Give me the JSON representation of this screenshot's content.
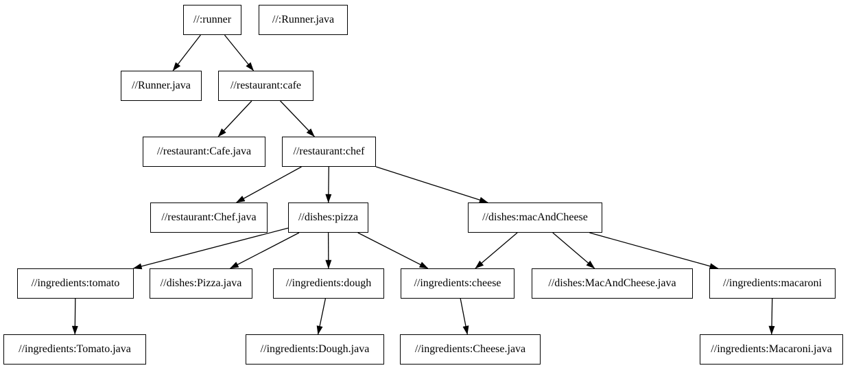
{
  "diagram": {
    "type": "dependency-graph",
    "colors": {
      "background": "#ffffff",
      "node_fill": "#ffffff",
      "node_border": "#000000",
      "edge": "#000000",
      "text": "#000000"
    },
    "nodes": [
      {
        "id": "runner",
        "label": "//:runner"
      },
      {
        "id": "runner_java_top",
        "label": "//:Runner.java"
      },
      {
        "id": "runner_java",
        "label": "//Runner.java"
      },
      {
        "id": "cafe",
        "label": "//restaurant:cafe"
      },
      {
        "id": "cafe_java",
        "label": "//restaurant:Cafe.java"
      },
      {
        "id": "chef",
        "label": "//restaurant:chef"
      },
      {
        "id": "chef_java",
        "label": "//restaurant:Chef.java"
      },
      {
        "id": "pizza",
        "label": "//dishes:pizza"
      },
      {
        "id": "mac_and_cheese",
        "label": "//dishes:macAndCheese"
      },
      {
        "id": "tomato",
        "label": "//ingredients:tomato"
      },
      {
        "id": "pizza_java",
        "label": "//dishes:Pizza.java"
      },
      {
        "id": "dough",
        "label": "//ingredients:dough"
      },
      {
        "id": "cheese",
        "label": "//ingredients:cheese"
      },
      {
        "id": "mac_and_cheese_java",
        "label": "//dishes:MacAndCheese.java"
      },
      {
        "id": "macaroni",
        "label": "//ingredients:macaroni"
      },
      {
        "id": "tomato_java",
        "label": "//ingredients:Tomato.java"
      },
      {
        "id": "dough_java",
        "label": "//ingredients:Dough.java"
      },
      {
        "id": "cheese_java",
        "label": "//ingredients:Cheese.java"
      },
      {
        "id": "macaroni_java",
        "label": "//ingredients:Macaroni.java"
      }
    ],
    "edges": [
      {
        "from": "runner",
        "to": "runner_java"
      },
      {
        "from": "runner",
        "to": "cafe"
      },
      {
        "from": "cafe",
        "to": "cafe_java"
      },
      {
        "from": "cafe",
        "to": "chef"
      },
      {
        "from": "chef",
        "to": "chef_java"
      },
      {
        "from": "chef",
        "to": "pizza"
      },
      {
        "from": "chef",
        "to": "mac_and_cheese"
      },
      {
        "from": "pizza",
        "to": "tomato"
      },
      {
        "from": "pizza",
        "to": "pizza_java"
      },
      {
        "from": "pizza",
        "to": "dough"
      },
      {
        "from": "pizza",
        "to": "cheese"
      },
      {
        "from": "mac_and_cheese",
        "to": "cheese"
      },
      {
        "from": "mac_and_cheese",
        "to": "mac_and_cheese_java"
      },
      {
        "from": "mac_and_cheese",
        "to": "macaroni"
      },
      {
        "from": "tomato",
        "to": "tomato_java"
      },
      {
        "from": "dough",
        "to": "dough_java"
      },
      {
        "from": "cheese",
        "to": "cheese_java"
      },
      {
        "from": "macaroni",
        "to": "macaroni_java"
      }
    ]
  }
}
